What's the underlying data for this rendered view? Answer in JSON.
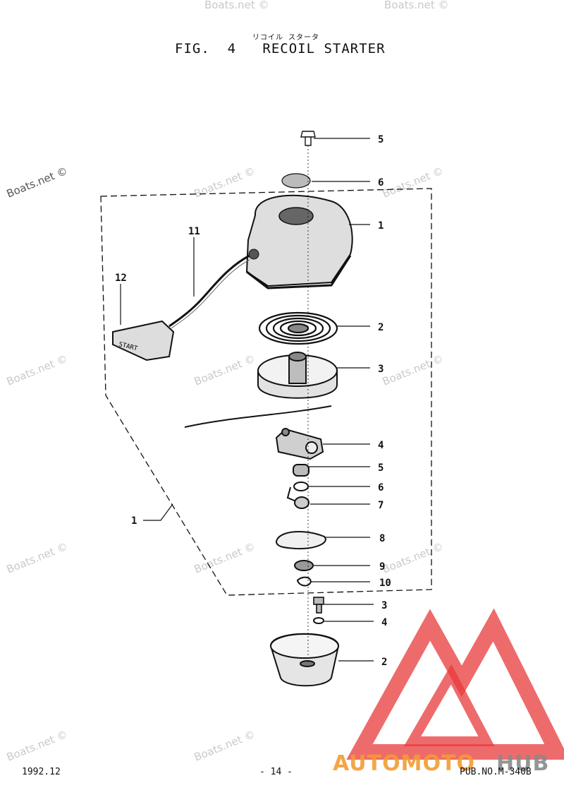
{
  "header": {
    "figure": "FIG.  4",
    "title": "RECOIL STARTER",
    "title_jp": "リコイル スタータ"
  },
  "callouts": {
    "c1": "1",
    "c2": "2",
    "c3": "3",
    "c4": "4",
    "c5": "5",
    "c6": "6",
    "c7": "7",
    "c8": "8",
    "c9": "9",
    "c10": "10",
    "c11": "11",
    "c12": "12",
    "c5_top": "5",
    "c6_top": "6",
    "c1_top": "1",
    "c2_spring": "2",
    "c3_reel": "3",
    "c4_pawl": "4",
    "c5_spring": "5",
    "c6_washer": "6",
    "c7_spring": "7",
    "c8_plate": "8",
    "c9_nut": "9",
    "c10_clip": "10",
    "c3_bolt": "3",
    "c4_washer": "4",
    "c2_pulley": "2",
    "c1_assy": "1"
  },
  "handle_text": "START",
  "watermarks": {
    "boats": "Boats.net ©",
    "brand_part1": "AUTOMOTO",
    "brand_part2": "HUB"
  },
  "footer": {
    "date": "1992.12",
    "page": "- 14 -",
    "pub": "PUB.NO.M-340B"
  },
  "colors": {
    "ink": "#111111",
    "logo_red": "#e8393b",
    "logo_orange": "#f39c32",
    "logo_grey": "#8a8a8a",
    "watermark": "#c9c9c9"
  }
}
